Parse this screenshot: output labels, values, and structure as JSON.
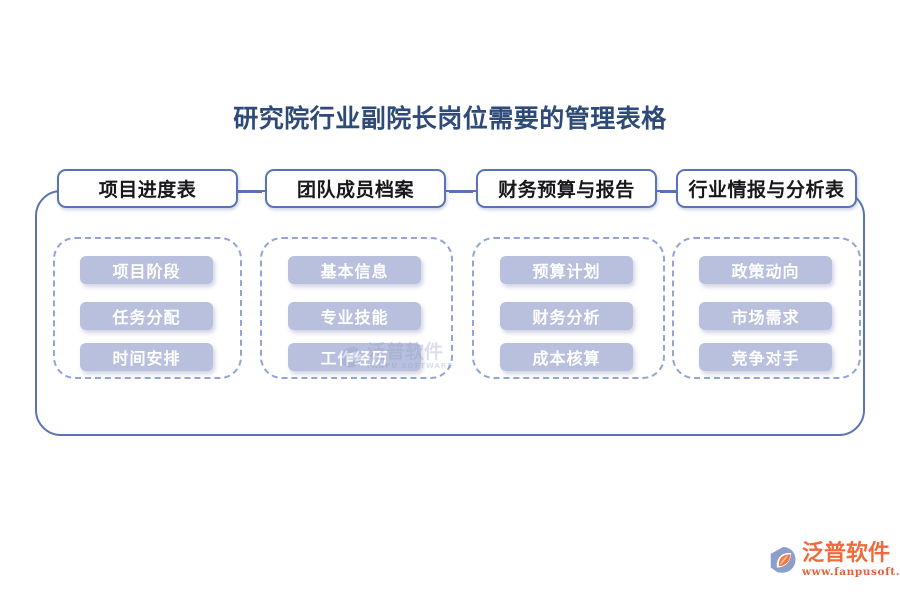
{
  "title": "研究院行业副院长岗位需要的管理表格",
  "colors": {
    "title_text": "#2e4a78",
    "outline_blue": "#5b72b5",
    "dashed_blue": "#93a5d8",
    "pill_fill": "#b9c0dd",
    "pill_text": "#ffffff",
    "header_text": "#17171c",
    "brand_orange": "#ef6b3c",
    "background": "#ffffff"
  },
  "columns": [
    {
      "header": "项目进度表",
      "items": [
        "项目阶段",
        "任务分配",
        "时间安排"
      ]
    },
    {
      "header": "团队成员档案",
      "items": [
        "基本信息",
        "专业技能",
        "工作经历"
      ]
    },
    {
      "header": "财务预算与报告",
      "items": [
        "预算计划",
        "财务分析",
        "成本核算"
      ]
    },
    {
      "header": "行业情报与分析表",
      "items": [
        "政策动向",
        "市场需求",
        "竞争对手"
      ]
    }
  ],
  "watermark": {
    "name_cn": "泛普软件",
    "name_en": "FANPU SOFTWARE"
  },
  "brand": {
    "name_cn": "泛普软件",
    "url": "www.fanpusoft.com"
  }
}
